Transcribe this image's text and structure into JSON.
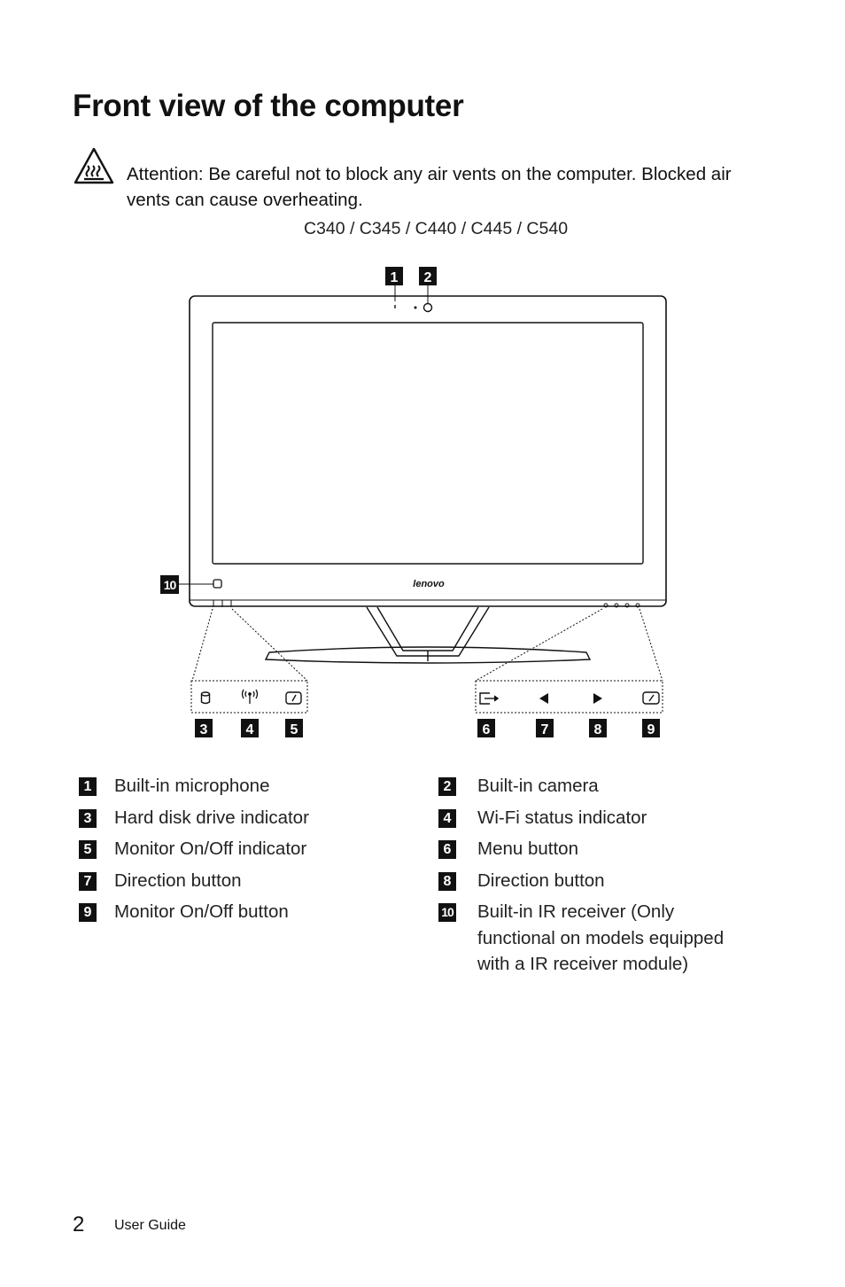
{
  "page": {
    "title": "Front view of the computer",
    "attention_label": "Attention:",
    "attention_text": " Be careful not to block any air vents on the computer. Blocked air vents can cause overheating.",
    "models": "C340 / C345 / C440 / C445 / C540",
    "brand_logo": "lenovo",
    "page_number": "2",
    "footer_label": "User Guide"
  },
  "callouts": [
    "1",
    "2",
    "3",
    "4",
    "5",
    "6",
    "7",
    "8",
    "9",
    "10"
  ],
  "legend": [
    {
      "num": "1",
      "text": "Built-in microphone"
    },
    {
      "num": "2",
      "text": "Built-in camera"
    },
    {
      "num": "3",
      "text": "Hard disk drive indicator"
    },
    {
      "num": "4",
      "text": "Wi-Fi status indicator"
    },
    {
      "num": "5",
      "text": "Monitor On/Off indicator"
    },
    {
      "num": "6",
      "text": "Menu button"
    },
    {
      "num": "7",
      "text": "Direction button"
    },
    {
      "num": "8",
      "text": "Direction button"
    },
    {
      "num": "9",
      "text": "Monitor On/Off button"
    },
    {
      "num": "10",
      "text": "Built-in IR receiver (Only functional on models equipped with a IR receiver module)"
    }
  ],
  "icons": [
    "hot-surface-warning-icon",
    "hdd-icon",
    "wifi-icon",
    "monitor-power-icon",
    "menu-icon",
    "left-arrow-icon",
    "right-arrow-icon"
  ]
}
